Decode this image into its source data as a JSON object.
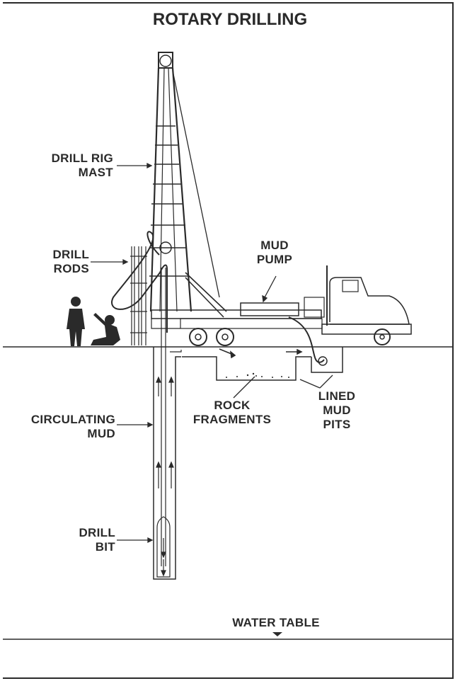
{
  "title": "ROTARY DRILLING",
  "labels": {
    "mast": [
      "DRILL RIG",
      "MAST"
    ],
    "rods": [
      "DRILL",
      "RODS"
    ],
    "pump": [
      "MUD",
      "PUMP"
    ],
    "rock": [
      "ROCK",
      "FRAGMENTS"
    ],
    "pits": [
      "LINED",
      "MUD",
      "PITS"
    ],
    "circ": [
      "CIRCULATING",
      "MUD"
    ],
    "bit": [
      "DRILL",
      "BIT"
    ],
    "water": "WATER TABLE"
  },
  "colors": {
    "ink": "#2a2a2a",
    "paper": "#ffffff"
  }
}
